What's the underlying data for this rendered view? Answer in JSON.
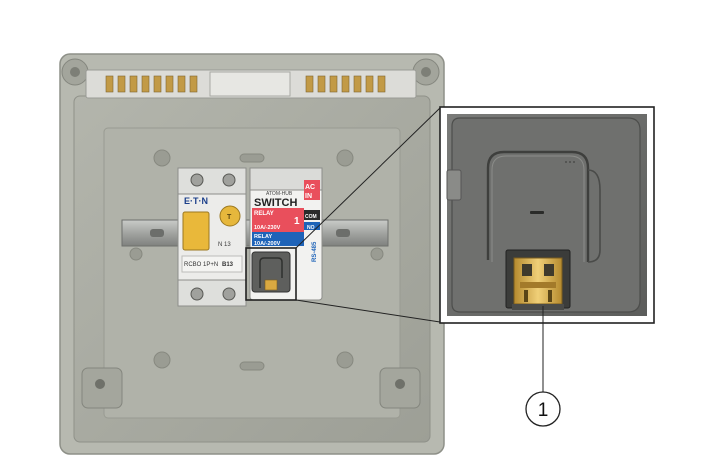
{
  "breaker": {
    "brand": "E·T·N",
    "rating_label": "B13",
    "model_label": "RCBO 1P+N",
    "terminal_label": "N 13",
    "test_label": "T"
  },
  "module": {
    "vendor": "ATOM-HUB",
    "title": "SWITCH",
    "relay_top": "RELAY",
    "relay_top_spec": "10A/-230V",
    "relay_num": "1",
    "relay_bottom": "RELAY",
    "relay_bottom_spec": "10A/-200V",
    "ac": "AC",
    "in": "IN",
    "com": "COM",
    "no": "NO",
    "rs485": "RS-485"
  },
  "callout": {
    "number": "1"
  },
  "colors": {
    "enclosure": "#b5b7ae",
    "enclosure_inner": "#a6a89f",
    "module_red": "#e94f5c",
    "module_blue": "#1e63b8",
    "breaker_yellow": "#e9b83a",
    "detail_gray": "#6b6c6a",
    "contact_gold": "#d9a941"
  }
}
